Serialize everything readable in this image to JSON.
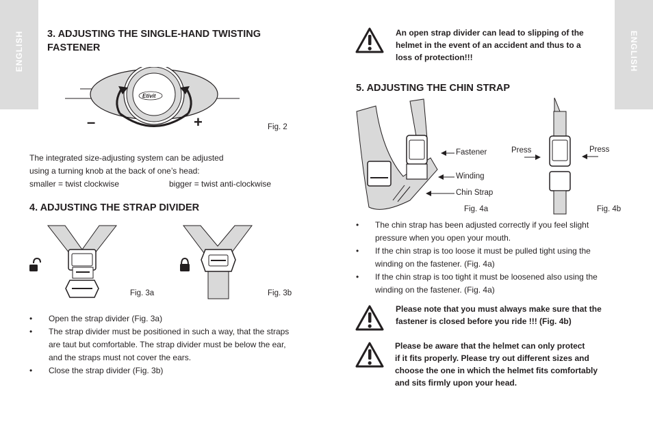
{
  "tabs": {
    "left": "ENGLISH",
    "right": "ENGLISH"
  },
  "section3": {
    "title_line1": "3. ADJUSTING THE SINGLE-HAND TWISTING",
    "title_line2": "FASTENER",
    "fig_label": "Fig. 2",
    "knob_brand": "Etivit",
    "minus": "–",
    "plus": "+",
    "text_line1": "The integrated size-adjusting system can be adjusted",
    "text_line2": "using a turning knob at the back of one’s head:",
    "smaller": "smaller = twist clockwise",
    "bigger": "bigger = twist anti-clockwise"
  },
  "section4": {
    "title": "4. ADJUSTING THE STRAP DIVIDER",
    "fig_a": "Fig. 3a",
    "fig_b": "Fig. 3b",
    "bullets": [
      "Open the strap divider (Fig. 3a)",
      "The strap divider must be positioned in such a way, that the straps are taut but comfortable. The strap divider must be below the ear, and the straps must not cover the ears.",
      "Close the strap divider (Fig. 3b)"
    ]
  },
  "warning_top": {
    "line1": "An open strap divider can lead to slipping of the",
    "line2": "helmet in the event of an accident and thus to a",
    "line3": "loss of protection!!!"
  },
  "section5": {
    "title": "5. ADJUSTING THE CHIN STRAP",
    "label_fastener": "Fastener",
    "label_winding": "Winding",
    "label_chin": "Chin Strap",
    "fig_a": "Fig. 4a",
    "fig_b": "Fig. 4b",
    "press_left": "Press",
    "press_right": "Press",
    "bullets": [
      "The chin strap has been adjusted correctly if you feel slight pressure when you open your mouth.",
      "If the chin strap is too loose it must be pulled tight using the winding on the fastener. (Fig. 4a)",
      "If the chin strap is too tight it must be loosened also using the winding on the fastener. (Fig. 4a)"
    ]
  },
  "warning_mid": {
    "line1": "Please note that you must always make sure that the",
    "line2": "fastener is closed before you ride !!! (Fig. 4b)"
  },
  "warning_bottom": {
    "line1": "Please be aware that the helmet can only protect",
    "line2": "if it fits properly. Please try out different sizes and",
    "line3": "choose the one in which the helmet fits comfortably",
    "line4": "and sits firmly upon your head."
  },
  "colors": {
    "tab_bg": "#dcdcdc",
    "strap_fill": "#d9d9d9",
    "text": "#231f20"
  },
  "icons": [
    "unlocked-padlock-icon",
    "locked-padlock-icon",
    "warning-triangle-icon"
  ]
}
